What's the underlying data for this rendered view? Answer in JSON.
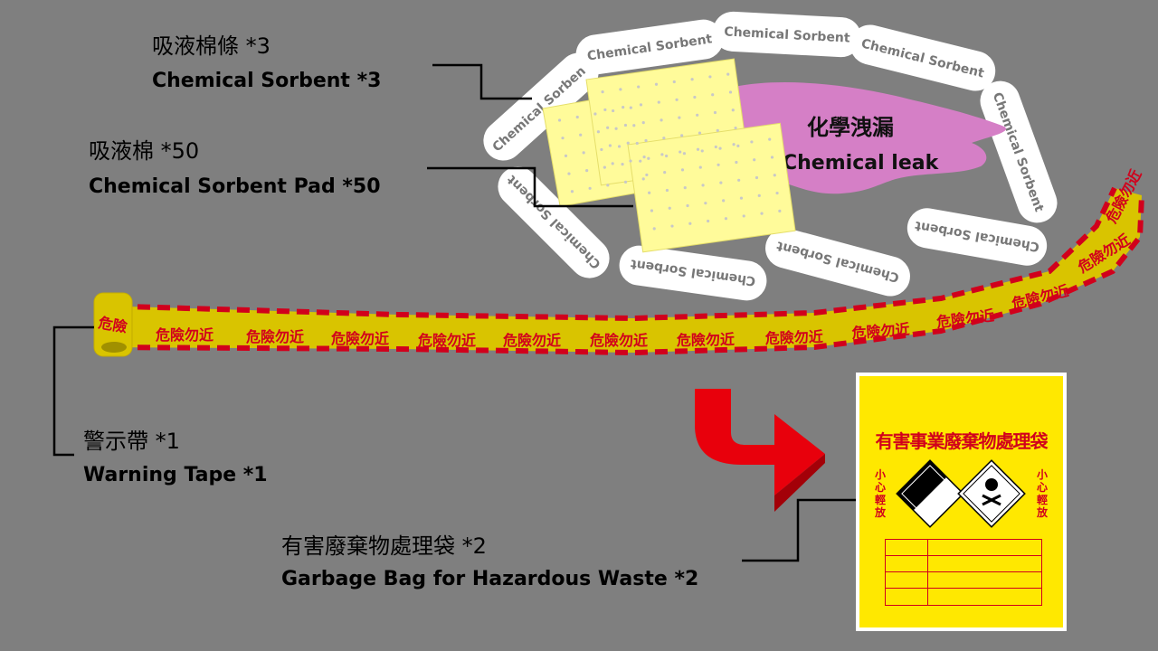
{
  "labels": {
    "sorbent_zh": "吸液棉條 *3",
    "sorbent_en": "Chemical Sorbent *3",
    "pad_zh": "吸液棉 *50",
    "pad_en": "Chemical Sorbent Pad *50",
    "tape_zh": "警示帶 *1",
    "tape_en": "Warning Tape *1",
    "bag_zh": "有害廢棄物處理袋 *2",
    "bag_en": "Garbage Bag for Hazardous Waste *2"
  },
  "leak": {
    "zh": "化學洩漏",
    "en": "Chemical leak"
  },
  "sorbent_text": "Chemical Sorbent",
  "tape_text": "危險勿近",
  "bag": {
    "title": "有害事業廢棄物處理袋",
    "caution": "小心輕放"
  },
  "colors": {
    "background": "#7f7f7f",
    "tape_yellow": "#d9c400",
    "tape_red": "#d1001c",
    "pad": "#fffb9a",
    "leak": "#d57fc6",
    "bag": "#ffe800",
    "arrow": "#e8000c"
  }
}
